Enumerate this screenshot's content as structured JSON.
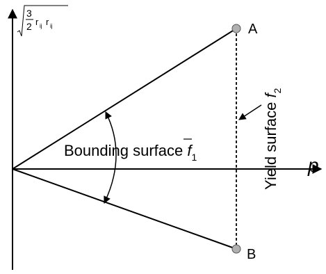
{
  "axes": {
    "y_label": {
      "lead": "r",
      "sub1": "ij",
      "mid": "r",
      "sub2": "ij",
      "frac_num": "3",
      "frac_den": "2"
    },
    "x_label": "p"
  },
  "points": {
    "a": "A",
    "b": "B"
  },
  "annotations": {
    "bounding_surface": {
      "text": "Bounding surface ",
      "symbol": "f",
      "subscript": "1"
    },
    "yield_surface": {
      "text": "Yield surface ",
      "symbol": "f",
      "subscript": "2"
    }
  },
  "colors": {
    "line": "#000000",
    "point_fill": "#b0b0b0",
    "point_stroke": "#555555"
  }
}
